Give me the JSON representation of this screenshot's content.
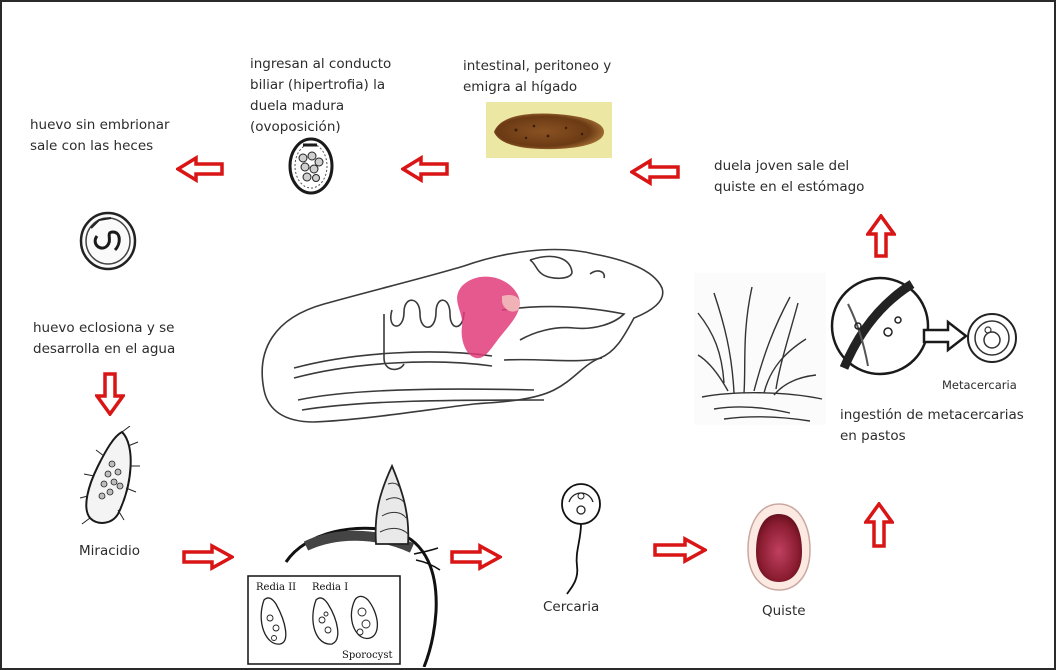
{
  "colors": {
    "arrow": "#d91515",
    "liver": "#e03c7a",
    "ink": "#1a1a1a"
  },
  "labels": {
    "egg_unembryonated": "huevo sin embrionar\nsale con las heces",
    "bile_duct": "ingresan al conducto\nbiliar  (hipertrofia) la\nduela madura\n(ovoposición)",
    "intestinal": "intestinal, peritoneo y\nemigra al hígado",
    "young_fluke": "duela joven sale del\nquiste en el estómago",
    "egg_hatches": "huevo eclosiona y se\ndesarrolla en el agua",
    "metacercaria": "Metacercaria",
    "ingestion": "ingestión de metacercarias\nen pastos",
    "miracidio": "Miracidio",
    "cercaria": "Cercaria",
    "quiste": "Quiste",
    "redia_ii": "Redia II",
    "redia_i": "Redia I",
    "sporocyst": "Sporocyst"
  },
  "icons": {
    "arrows": [
      "arrow-left",
      "arrow-left",
      "arrow-left",
      "arrow-up",
      "arrow-down",
      "arrow-right",
      "arrow-right",
      "arrow-right",
      "arrow-up"
    ]
  }
}
